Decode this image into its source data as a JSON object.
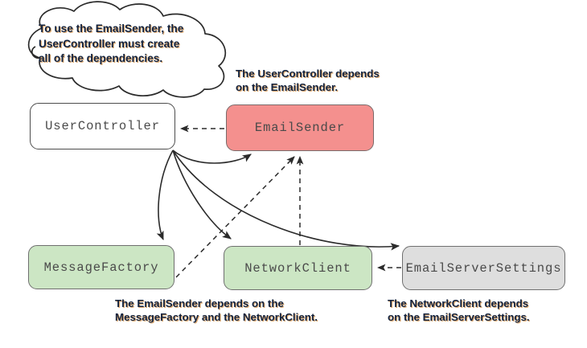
{
  "diagram": {
    "title": "Dependency diagram: UserController creating EmailSender dependencies",
    "colors": {
      "pink": "#f4908e",
      "green": "#cce6c4",
      "gray": "#dedede",
      "white": "#ffffff",
      "stroke": "#4d4d4d",
      "caption_text": "#13233f",
      "caption_shadow": "#d6944a"
    },
    "nodes": [
      {
        "id": "user-controller",
        "label": "UserController",
        "fill": "white"
      },
      {
        "id": "email-sender",
        "label": "EmailSender",
        "fill": "pink"
      },
      {
        "id": "message-factory",
        "label": "MessageFactory",
        "fill": "green"
      },
      {
        "id": "network-client",
        "label": "NetworkClient",
        "fill": "green"
      },
      {
        "id": "email-server-settings",
        "label": "EmailServerSettings",
        "fill": "gray"
      }
    ],
    "callout": {
      "text": "To use the EmailSender, the\nUserController must create\nall of the dependencies."
    },
    "captions": [
      {
        "id": "caption-email-sender",
        "text": "The UserController depends\non the EmailSender."
      },
      {
        "id": "caption-message-network",
        "text": "The EmailSender depends on the\nMessageFactory and the NetworkClient."
      },
      {
        "id": "caption-email-server-settings",
        "text": "The NetworkClient depends\non the EmailServerSettings."
      }
    ],
    "edges": [
      {
        "id": "edge-email-sender-to-user-controller",
        "from": "EmailSender",
        "to": "UserController",
        "style": "dashed",
        "meaning": "depends-on"
      },
      {
        "id": "edge-message-factory-to-email-sender",
        "from": "MessageFactory",
        "to": "EmailSender",
        "style": "dashed",
        "meaning": "depends-on"
      },
      {
        "id": "edge-network-client-to-email-sender",
        "from": "NetworkClient",
        "to": "EmailSender",
        "style": "dashed",
        "meaning": "depends-on"
      },
      {
        "id": "edge-email-server-settings-to-network-client",
        "from": "EmailServerSettings",
        "to": "NetworkClient",
        "style": "dashed",
        "meaning": "depends-on"
      },
      {
        "id": "edge-user-controller-to-email-sender",
        "from": "UserController",
        "to": "EmailSender",
        "style": "solid",
        "meaning": "creates"
      },
      {
        "id": "edge-user-controller-to-message-factory",
        "from": "UserController",
        "to": "MessageFactory",
        "style": "solid",
        "meaning": "creates"
      },
      {
        "id": "edge-user-controller-to-network-client",
        "from": "UserController",
        "to": "NetworkClient",
        "style": "solid",
        "meaning": "creates"
      },
      {
        "id": "edge-user-controller-to-email-server-settings",
        "from": "UserController",
        "to": "EmailServerSettings",
        "style": "solid",
        "meaning": "creates"
      }
    ]
  }
}
